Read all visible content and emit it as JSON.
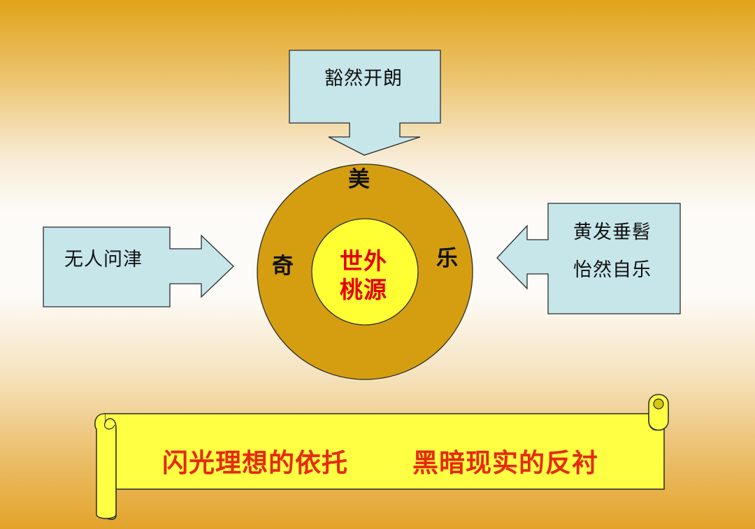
{
  "top_box": {
    "text": "豁然开朗"
  },
  "left_box": {
    "text": "无人问津"
  },
  "right_box": {
    "line1": "黄发垂髫",
    "line2": "怡然自乐"
  },
  "ring": {
    "top": "美",
    "left": "奇",
    "right": "乐"
  },
  "center": {
    "line1": "世外",
    "line2": "桃源"
  },
  "banner": {
    "left": "闪光理想的依托",
    "right": "黑暗现实的反衬"
  },
  "colors": {
    "box_fill": "#c6e6ea",
    "ring_fill": "#d59e10",
    "core_fill": "#ffff33",
    "banner_fill": "#ffff44",
    "core_text": "#e60000",
    "banner_text": "#e62a0a"
  }
}
